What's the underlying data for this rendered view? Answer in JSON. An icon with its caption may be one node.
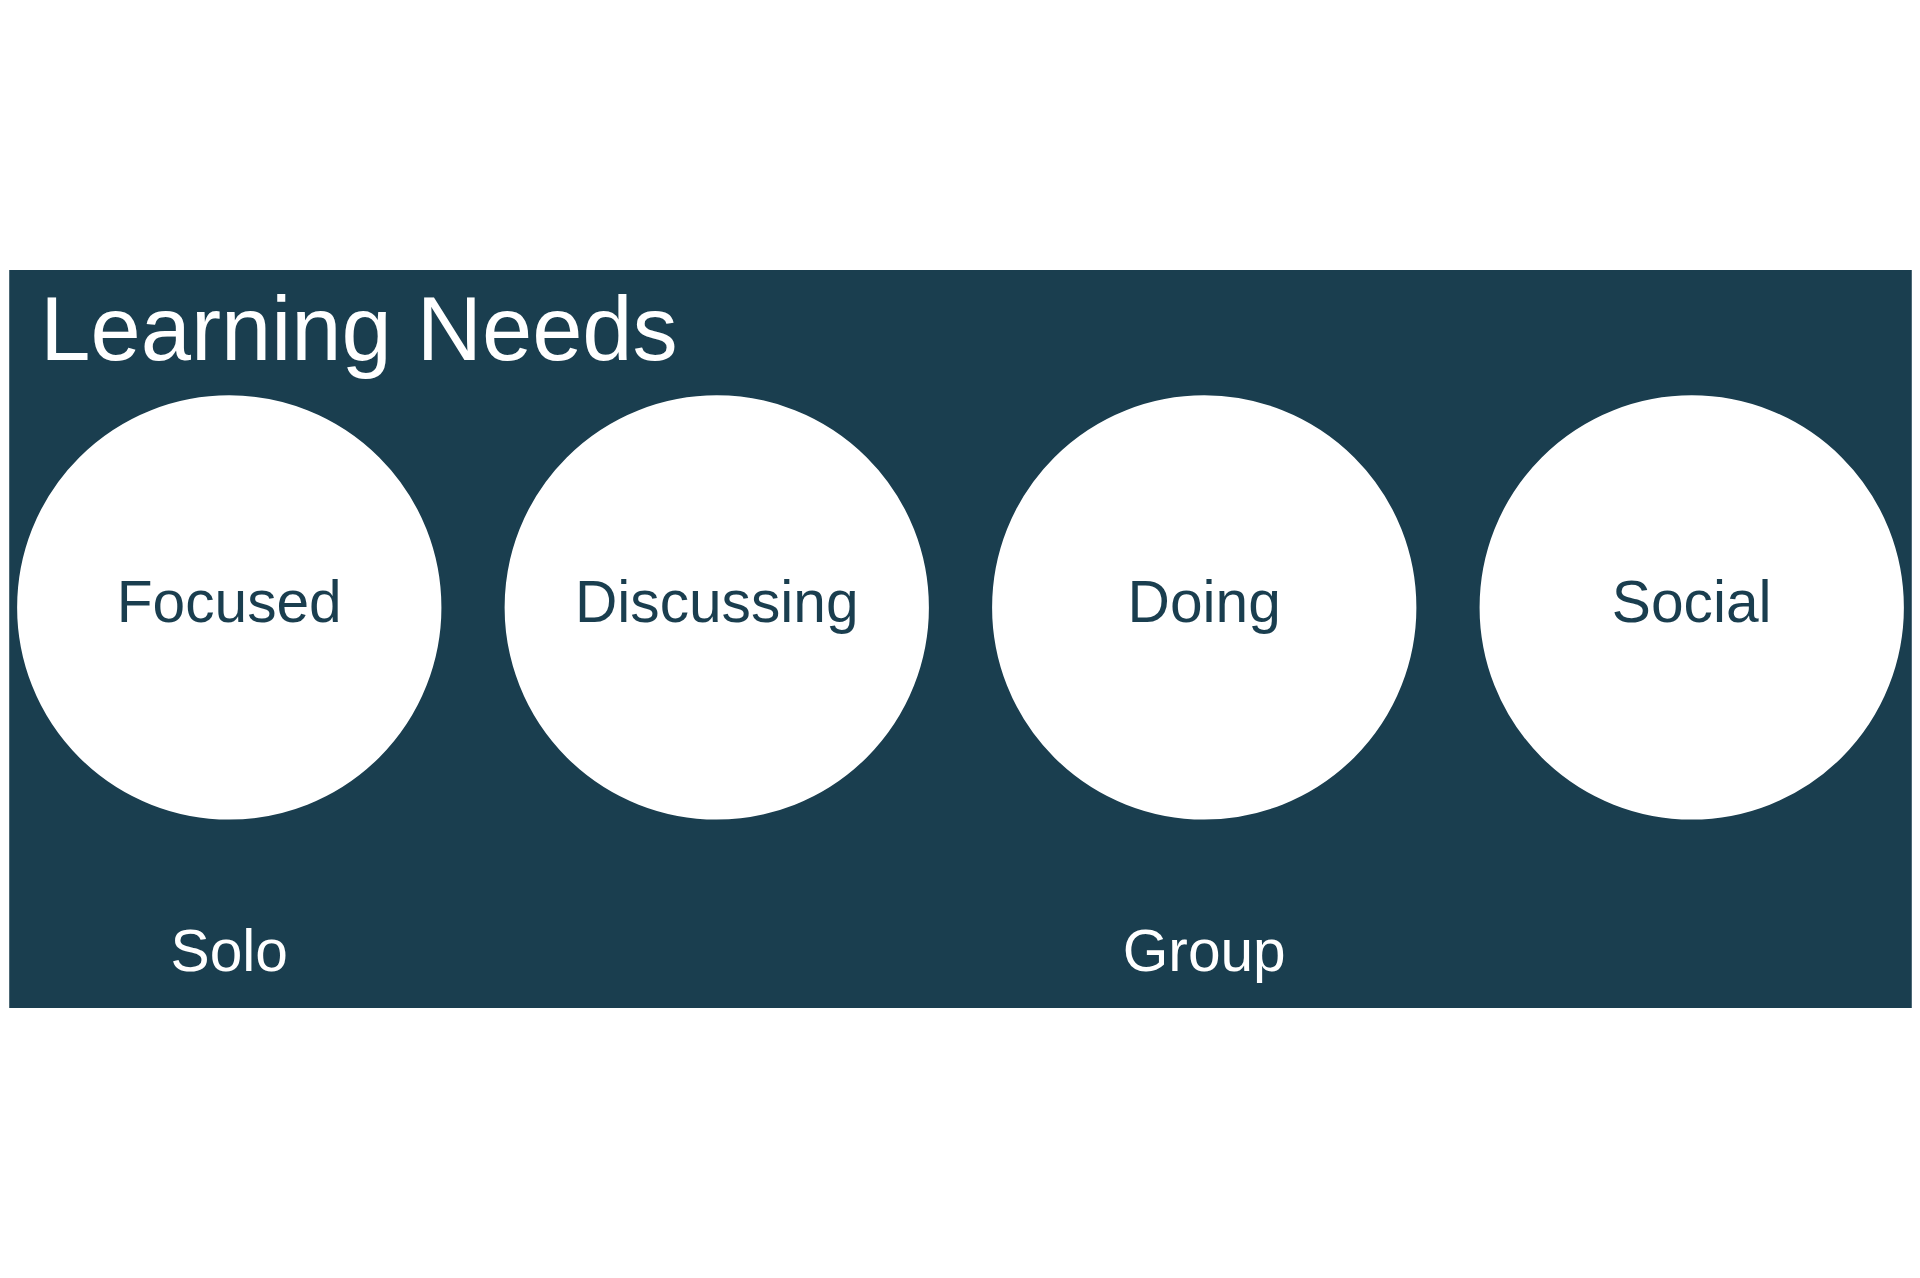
{
  "diagram": {
    "title": "Learning Needs",
    "nodes": [
      {
        "text": [
          "Focused"
        ]
      },
      {
        "text": [
          "Discussing"
        ]
      },
      {
        "text": [
          "Doing"
        ]
      },
      {
        "text": [
          "Social"
        ]
      }
    ],
    "labels": [
      "Solo",
      "Group"
    ]
  }
}
